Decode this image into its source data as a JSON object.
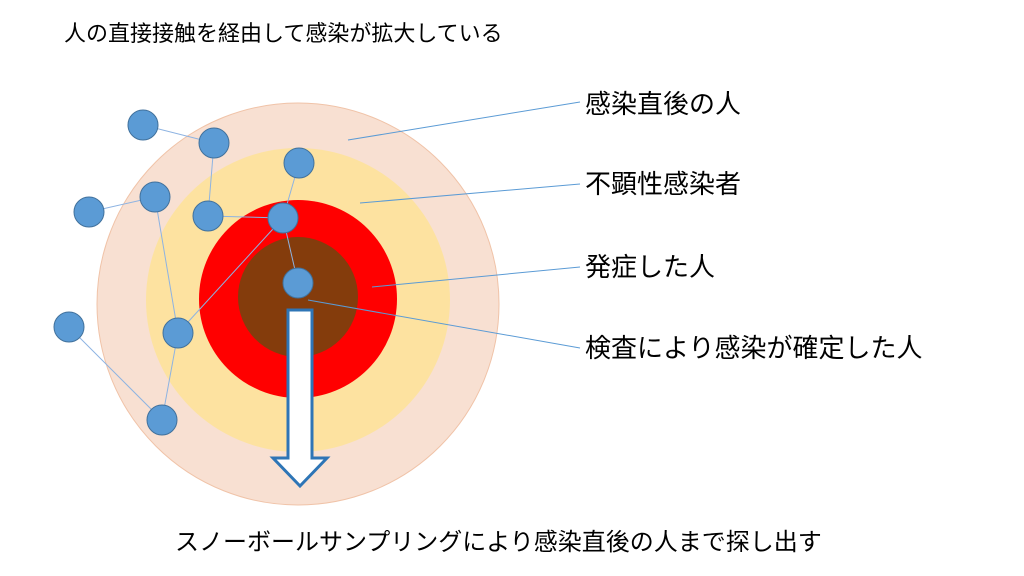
{
  "title": "人の直接接触を経由して感染が拡大している",
  "labels": {
    "just_infected": "感染直後の人",
    "asymptomatic": "不顕性感染者",
    "symptomatic": "発症した人",
    "confirmed": "検査により感染が確定した人"
  },
  "caption": "スノーボールサンプリングにより感染直後の人まで探し出す",
  "colors": {
    "ring_just_infected": "#f8e0d2",
    "ring_just_infected_border": "#f0c3a8",
    "ring_asymptomatic": "#fde2a0",
    "ring_symptomatic": "#ff0000",
    "ring_confirmed": "#843c0c",
    "node_fill": "#5b9bd5",
    "node_border": "#41719c",
    "edge": "#8db3e2",
    "leader_line": "#5b9bd5",
    "arrow_border": "#2e75b6"
  }
}
